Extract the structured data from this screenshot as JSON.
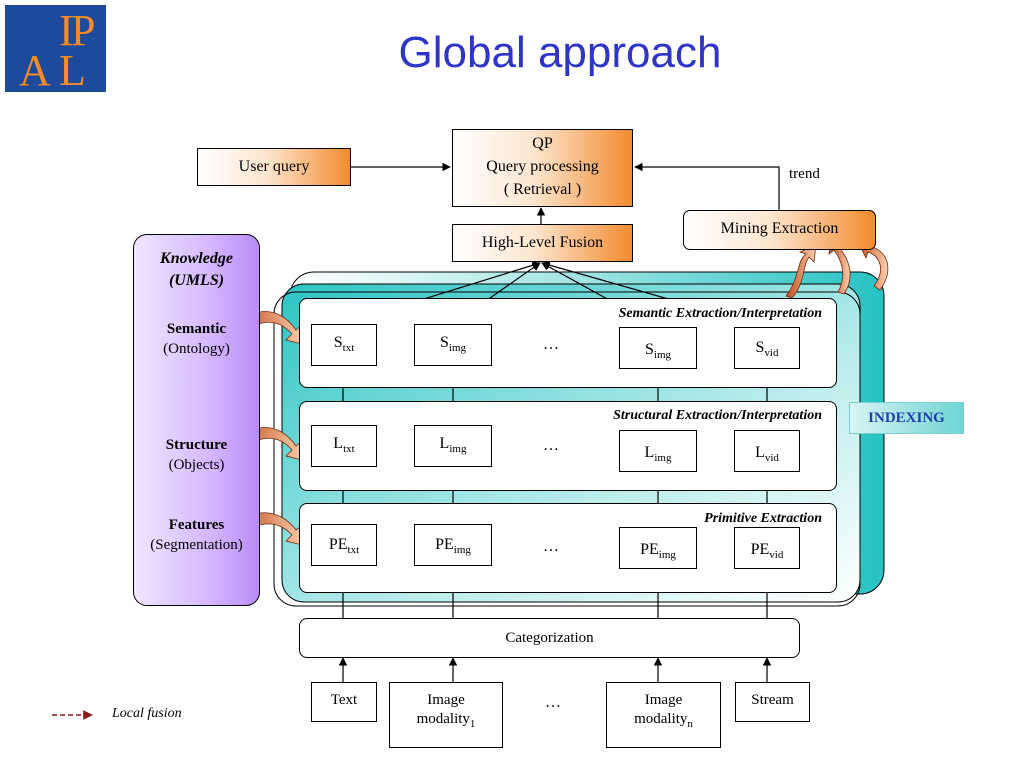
{
  "header": {
    "logo_letters": [
      "I",
      "P",
      "A",
      "L"
    ],
    "title": "Global approach"
  },
  "boxes": {
    "user_query": "User query",
    "qp_line1": "QP",
    "qp_line2": "Query processing",
    "qp_line3": "( Retrieval )",
    "high_level_fusion": "High-Level Fusion",
    "mining_extraction": "Mining Extraction",
    "trend": "trend",
    "indexing": "INDEXING",
    "categorization": "Categorization"
  },
  "knowledge": {
    "title_line1": "Knowledge",
    "title_line2": "(UMLS)",
    "semantic": "Semantic",
    "semantic_sub": "(Ontology)",
    "structure": "Structure",
    "structure_sub": "(Objects)",
    "features": "Features",
    "features_sub": "(Segmentation)"
  },
  "layers": {
    "semantic_title": "Semantic Extraction/Interpretation",
    "structural_title": "Structural Extraction/Interpretation",
    "primitive_title": "Primitive Extraction"
  },
  "nodes": {
    "semantic": [
      {
        "base": "S",
        "sub": "txt"
      },
      {
        "base": "S",
        "sub": "img"
      },
      {
        "base": "S",
        "sub": "img"
      },
      {
        "base": "S",
        "sub": "vid"
      }
    ],
    "structural": [
      {
        "base": "L",
        "sub": "txt"
      },
      {
        "base": "L",
        "sub": "img"
      },
      {
        "base": "L",
        "sub": "img"
      },
      {
        "base": "L",
        "sub": "vid"
      }
    ],
    "primitive": [
      {
        "base": "PE",
        "sub": "txt"
      },
      {
        "base": "PE",
        "sub": "img"
      },
      {
        "base": "PE",
        "sub": "img"
      },
      {
        "base": "PE",
        "sub": "vid"
      }
    ],
    "ellipsis": "…"
  },
  "inputs": {
    "text": "Text",
    "image1_line1": "Image",
    "image1_line2": "modality",
    "image1_sub": "1",
    "imagen_line1": "Image",
    "imagen_line2": "modality",
    "imagen_sub": "n",
    "stream": "Stream"
  },
  "legend": {
    "local_fusion": "Local fusion"
  },
  "colors": {
    "title_blue": "#2e35c8",
    "logo_blue": "#1d4a9a",
    "logo_orange": "#f28a2a",
    "box_orange": "#f28b2f",
    "indexing_teal": "#3cc8c8",
    "local_fusion_red": "#8b1a1a",
    "knowledge_purple": "#b88cf5"
  }
}
